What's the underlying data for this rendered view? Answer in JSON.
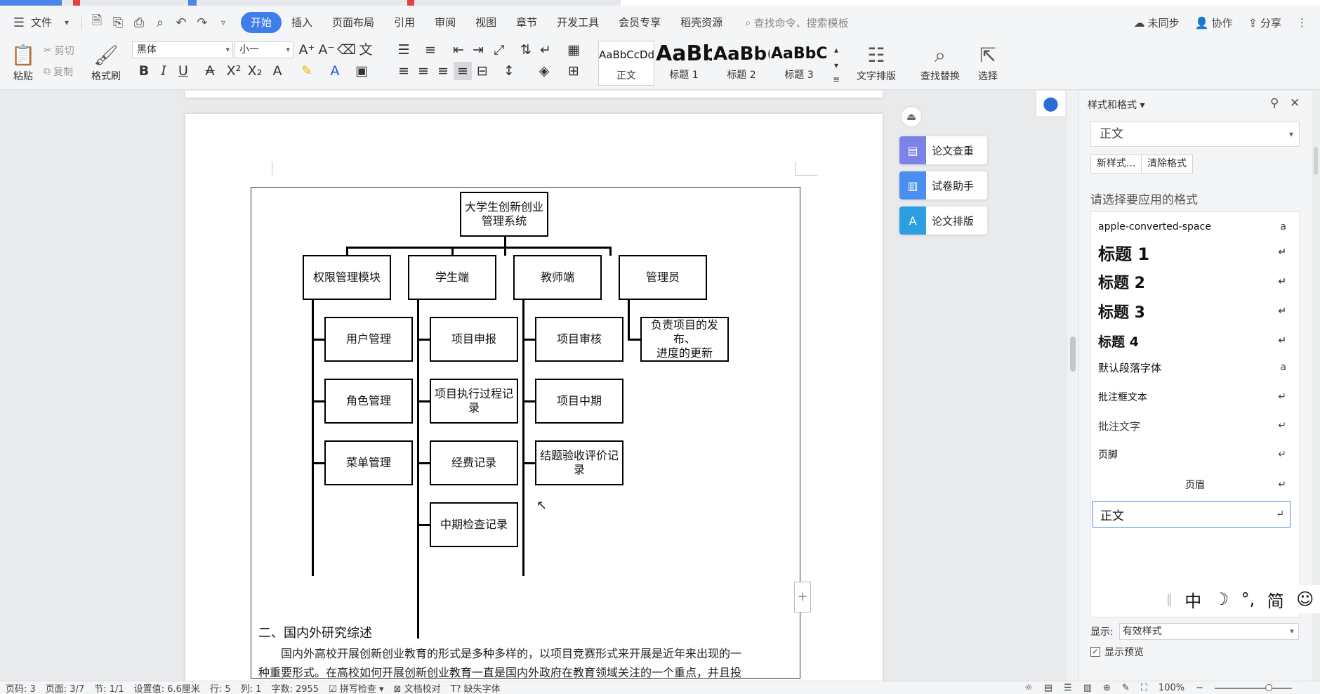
{
  "menu": {
    "file_label": "文件",
    "tabs": [
      "开始",
      "插入",
      "页面布局",
      "引用",
      "审阅",
      "视图",
      "章节",
      "开发工具",
      "会员专享",
      "稻壳资源"
    ],
    "search_placeholder": "查找命令、搜索模板",
    "sync_label": "未同步",
    "collab_label": "协作",
    "share_label": "分享"
  },
  "ribbon": {
    "paste": "粘贴",
    "cut": "剪切",
    "copy": "复制",
    "format_painter": "格式刷",
    "font_name": "黑体",
    "font_size": "小一",
    "style_previews": [
      {
        "preview": "AaBbCcDd",
        "label": "正文"
      },
      {
        "preview": "AaBb",
        "label": "标题 1"
      },
      {
        "preview": "AaBb(",
        "label": "标题 2"
      },
      {
        "preview": "AaBbC(",
        "label": "标题 3"
      }
    ],
    "text_layout": "文字排版",
    "find_replace": "查找替换",
    "select": "选择"
  },
  "helpers": [
    "论文查重",
    "试卷助手",
    "论文排版"
  ],
  "diagram": {
    "root": "大学生创新创业\n管理系统",
    "level1": [
      "权限管理模块",
      "学生端",
      "教师端",
      "管理员"
    ],
    "perm_children": [
      "用户管理",
      "角色管理",
      "菜单管理"
    ],
    "student_children": [
      "项目申报",
      "项目执行过程记\n录",
      "经费记录",
      "中期检查记录"
    ],
    "teacher_children": [
      "项目审核",
      "项目中期",
      "结题验收评价记\n录"
    ],
    "admin_children": [
      "负责项目的发布、\n进度的更新"
    ]
  },
  "document": {
    "heading": "二、国内外研究综述",
    "para1": "国内外高校开展创新创业教育的形式是多种多样的，以项目竞赛形式来开展是近年来出现的一",
    "para2": "种重要形式。在高校如何开展创新创业教育一直是国内外政府在教育领域关注的一个重点，并且投"
  },
  "pane": {
    "title": "样式和格式",
    "current_style": "正文",
    "new_style": "新样式...",
    "clear_format": "清除格式",
    "pick_label": "请选择要应用的格式",
    "styles": [
      {
        "name": "apple-converted-space",
        "mark": "a"
      },
      {
        "name": "标题 1",
        "mark": "↵"
      },
      {
        "name": "标题 2",
        "mark": "↵"
      },
      {
        "name": "标题 3",
        "mark": "↵"
      },
      {
        "name": "标题 4",
        "mark": "↵"
      },
      {
        "name": "默认段落字体",
        "mark": "a"
      },
      {
        "name": "批注框文本",
        "mark": "↵"
      },
      {
        "name": "批注文字",
        "mark": "↵"
      },
      {
        "name": "页脚",
        "mark": "↵"
      },
      {
        "name": "页眉",
        "mark": "↵"
      },
      {
        "name": "正文",
        "mark": "↵"
      }
    ],
    "show_label": "显示:",
    "show_value": "有效样式",
    "preview_label": "显示预览"
  },
  "ime": [
    "中",
    "☽",
    "°,",
    "简",
    "☺"
  ],
  "status": {
    "page_code": "页码: 3",
    "page": "页面: 3/7",
    "section": "节: 1/1",
    "setting": "设置值: 6.6厘米",
    "row": "行: 5",
    "col": "列: 1",
    "words": "字数: 2955",
    "spell": "拼写检查",
    "proof": "文档校对",
    "missing_font": "缺失字体",
    "zoom": "100%"
  },
  "colors": {
    "accent": "#3f7ee8",
    "helper1": "#7b83e8",
    "helper2": "#4a8ef0",
    "helper3": "#2d9ee0"
  }
}
